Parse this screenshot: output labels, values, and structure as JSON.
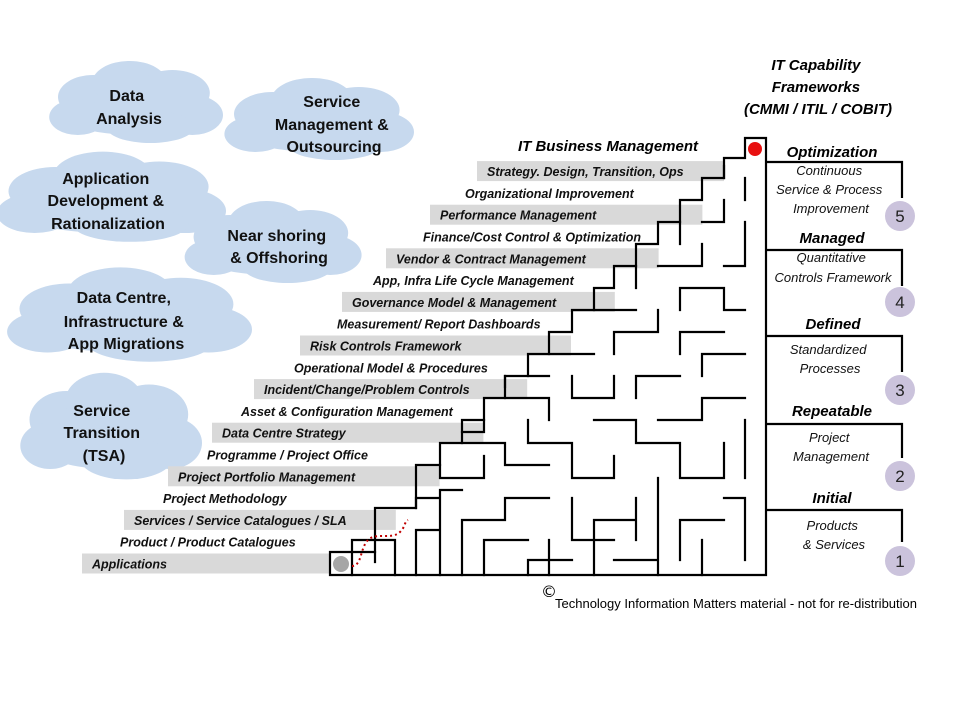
{
  "clouds": [
    {
      "lines": [
        "Data",
        "Analysis"
      ]
    },
    {
      "lines": [
        "Service",
        "Management &",
        "Outsourcing"
      ]
    },
    {
      "lines": [
        "Application",
        "Development &",
        "Rationalization"
      ]
    },
    {
      "lines": [
        "Near shoring",
        "& Offshoring"
      ]
    },
    {
      "lines": [
        "Data Centre,",
        "Infrastructure &",
        "App  Migrations"
      ]
    },
    {
      "lines": [
        "Service",
        "Transition",
        "(TSA)"
      ]
    }
  ],
  "maze_title": "IT Business Management",
  "steps": [
    {
      "label": "Applications",
      "shaded": true
    },
    {
      "label": "Product  /  Product  Catalogues",
      "shaded": false
    },
    {
      "label": "Services  /  Service Catalogues  / SLA",
      "shaded": true
    },
    {
      "label": "Project Methodology",
      "shaded": false
    },
    {
      "label": "Project Portfolio Management",
      "shaded": true
    },
    {
      "label": "Programme   /  Project Office",
      "shaded": false
    },
    {
      "label": "Data Centre Strategy",
      "shaded": true
    },
    {
      "label": "Asset & Configuration Management",
      "shaded": false
    },
    {
      "label": "Incident/Change/Problem  Controls",
      "shaded": true
    },
    {
      "label": "Operational Model  & Procedures",
      "shaded": false
    },
    {
      "label": "Risk Controls Framework",
      "shaded": true
    },
    {
      "label": "Measurement/  Report Dashboards",
      "shaded": false
    },
    {
      "label": "Governance Model & Management",
      "shaded": true
    },
    {
      "label": "App, Infra Life Cycle Management",
      "shaded": false
    },
    {
      "label": "Vendor  & Contract Management",
      "shaded": true
    },
    {
      "label": "Finance/Cost Control & Optimization",
      "shaded": false
    },
    {
      "label": "Performance  Management",
      "shaded": true
    },
    {
      "label": "Organizational  Improvement",
      "shaded": false
    },
    {
      "label": "Strategy. Design, Transition,  Ops",
      "shaded": true
    }
  ],
  "framework_title": [
    "IT Capability",
    "Frameworks",
    "(CMMI / ITIL / COBIT)"
  ],
  "levels": [
    {
      "num": "1",
      "name": "Initial",
      "desc": [
        "Products",
        "& Services"
      ]
    },
    {
      "num": "2",
      "name": "Repeatable",
      "desc": [
        "Project",
        "Management"
      ]
    },
    {
      "num": "3",
      "name": "Defined",
      "desc": [
        "Standardized",
        "Processes"
      ]
    },
    {
      "num": "4",
      "name": "Managed",
      "desc": [
        "Quantitative",
        "Controls Framework"
      ]
    },
    {
      "num": "5",
      "name": "Optimization",
      "desc": [
        "Continuous",
        "Service & Process",
        "Improvement"
      ]
    }
  ],
  "copyright_symbol": "©",
  "copyright_text": "Technology Information Matters material - not for re-distribution",
  "colors": {
    "cloud_fill": "#c7d9ee",
    "shaded_bar": "#d9d9d9",
    "level_circle": "#cbc3dc",
    "end_dot": "#e81010",
    "start_dot": "#a6a6a6",
    "path_dotted": "#c00000"
  }
}
